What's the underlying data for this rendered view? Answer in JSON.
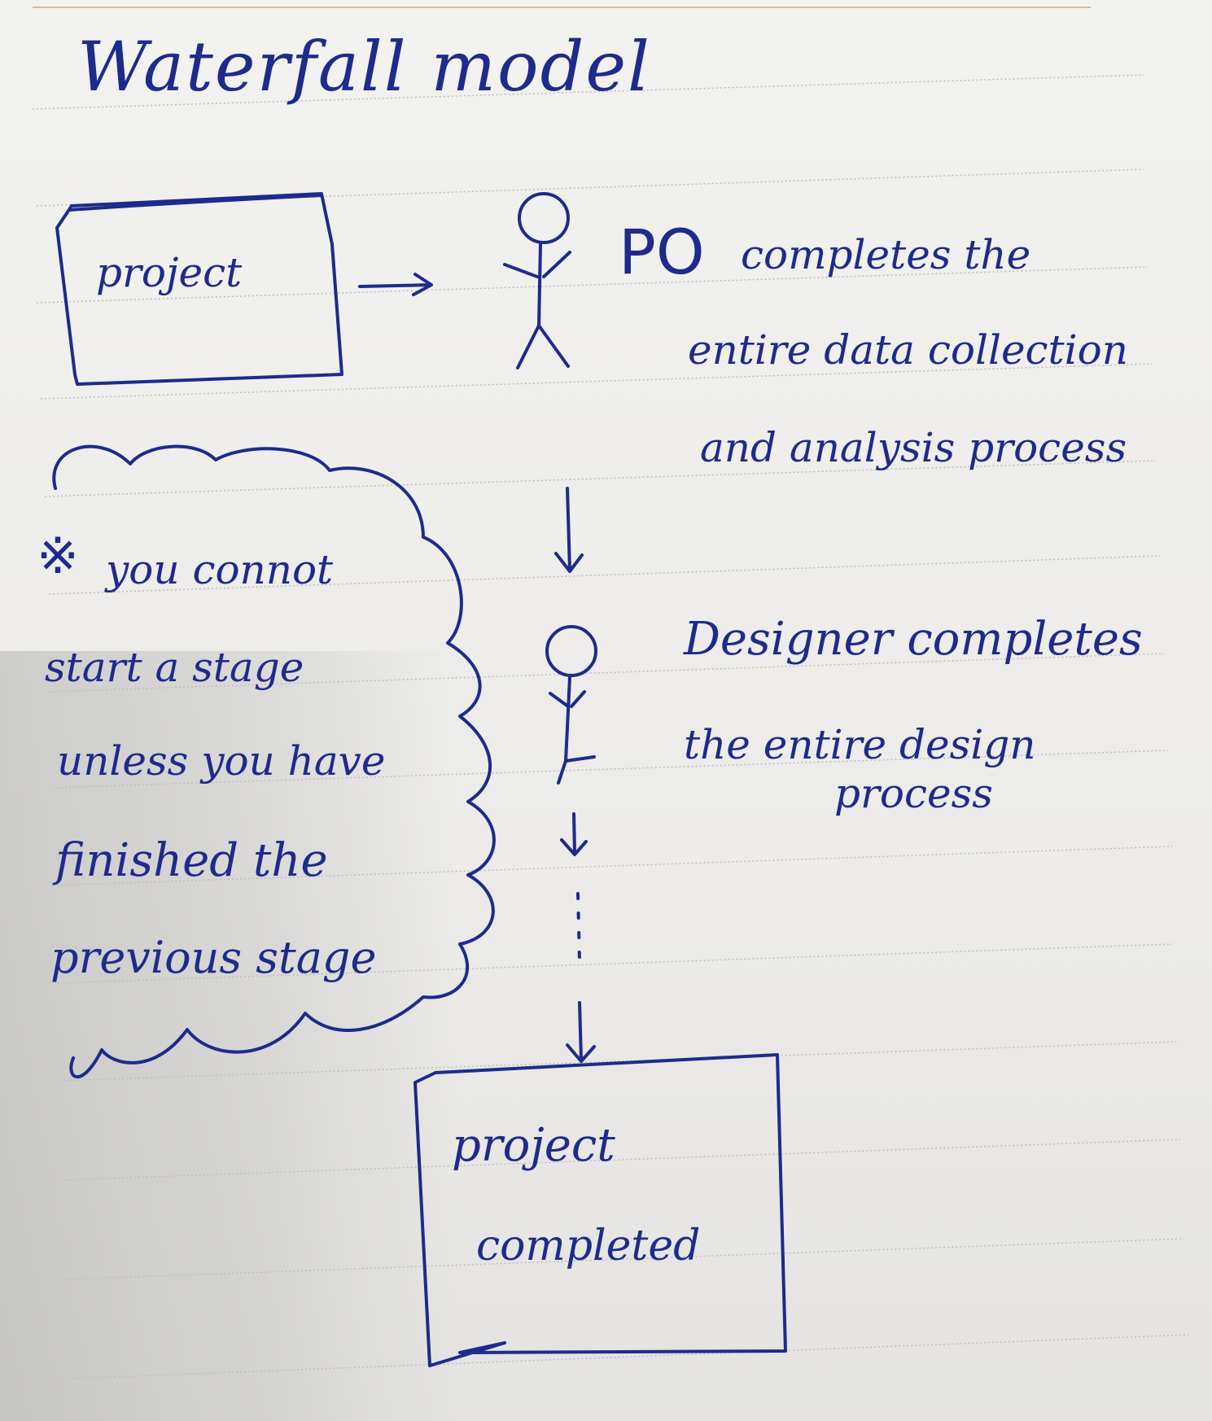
{
  "diagram": {
    "title": "Waterfall model",
    "start_box": {
      "label": "project"
    },
    "stage1": {
      "actor": "PO",
      "lines": [
        "completes the",
        "entire data collection",
        "and analysis process"
      ]
    },
    "stage2": {
      "lines": [
        "Designer completes",
        "the entire design",
        "process"
      ]
    },
    "note": {
      "marker": "※",
      "lines": [
        "you connot",
        "start a stage",
        "unless you have",
        "finished the",
        "previous stage"
      ]
    },
    "end_box": {
      "lines": [
        "project",
        "completed"
      ]
    },
    "ink_color": "#1e2a8c",
    "paper_color": "#efefed",
    "line_color": "#b9b9b9"
  }
}
